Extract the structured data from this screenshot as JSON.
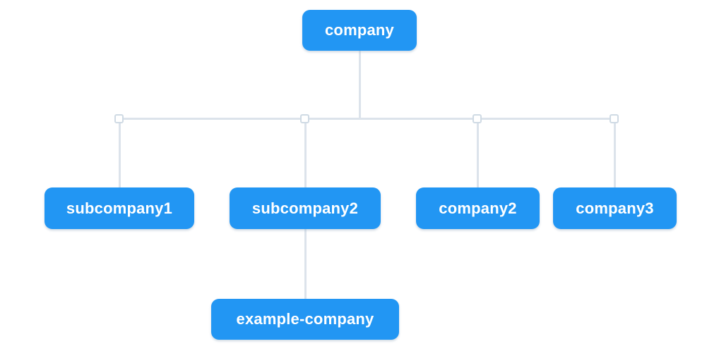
{
  "colors": {
    "canvas-bg": "#ffffff",
    "node-bg": "#2296f3",
    "node-text": "#ffffff",
    "connector": "#dce3eb",
    "handle-bg": "#ffffff",
    "handle-border": "#cfdae4"
  },
  "chart": {
    "type": "org-tree",
    "nodes": [
      {
        "id": "company",
        "label": "company",
        "parent": null
      },
      {
        "id": "subcompany1",
        "label": "subcompany1",
        "parent": "company"
      },
      {
        "id": "subcompany2",
        "label": "subcompany2",
        "parent": "company"
      },
      {
        "id": "company2",
        "label": "company2",
        "parent": "company"
      },
      {
        "id": "company3",
        "label": "company3",
        "parent": "company"
      },
      {
        "id": "example-company",
        "label": "example-company",
        "parent": "subcompany2"
      }
    ]
  }
}
